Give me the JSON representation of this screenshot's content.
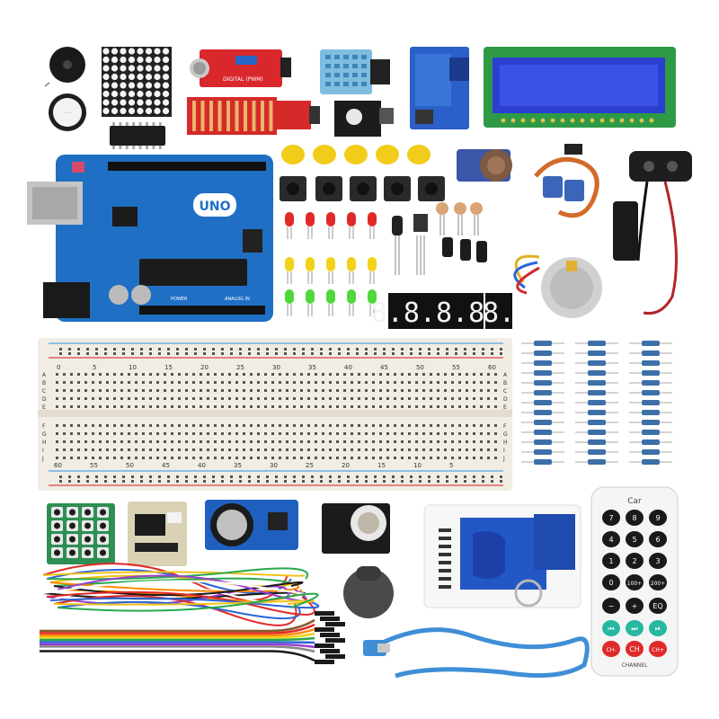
{
  "scene": {
    "background": "#ffffff",
    "board_color": "#1f6fc4",
    "lcd_color": "#2a3fd0",
    "breadboard_color": "#f1ede4"
  },
  "uno_board": {
    "logo": "UNO",
    "power_label": "POWER",
    "analog_label": "ANALOG IN"
  },
  "sound_module": {
    "label": "DIGITAL (PWM)"
  },
  "breadboard": {
    "top_numbers": [
      "0",
      "5",
      "10",
      "15",
      "20",
      "25",
      "30",
      "35",
      "40",
      "45",
      "50",
      "55",
      "60"
    ],
    "bottom_numbers": [
      "60",
      "55",
      "50",
      "45",
      "40",
      "35",
      "30",
      "25",
      "20",
      "15",
      "10",
      "5"
    ],
    "left_letters": [
      "A",
      "B",
      "C",
      "D",
      "E",
      "F",
      "G",
      "H",
      "I",
      "J"
    ],
    "right_letters": [
      "A",
      "B",
      "C",
      "D",
      "E",
      "F",
      "G",
      "H",
      "I",
      "J"
    ]
  },
  "seven_segment": {
    "four_digit": "8.8.8.8.",
    "single_digit": "8."
  },
  "remote": {
    "brand": "Car",
    "rows": [
      [
        "CH-",
        "CH",
        "CH+"
      ],
      [
        "⏮",
        "⏭",
        "⏯"
      ],
      [
        "−",
        "+",
        "EQ"
      ],
      [
        "0",
        "100+",
        "200+"
      ],
      [
        "1",
        "2",
        "3"
      ],
      [
        "4",
        "5",
        "6"
      ],
      [
        "7",
        "8",
        "9"
      ]
    ],
    "channel_label": "CHANNEL"
  }
}
